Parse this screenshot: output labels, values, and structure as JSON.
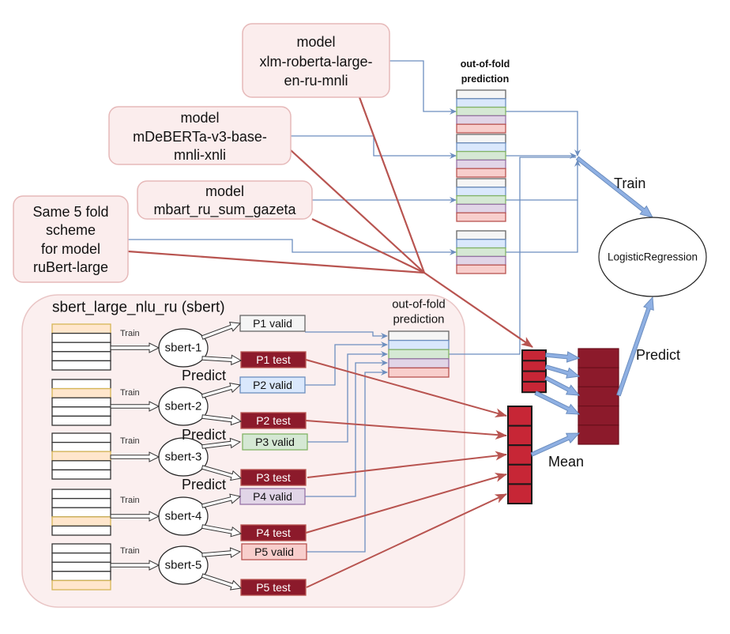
{
  "diagram": {
    "models": [
      {
        "id": "xlm-roberta",
        "lines": [
          "model",
          "xlm-roberta-large-",
          "en-ru-mnli"
        ]
      },
      {
        "id": "mdeberta",
        "lines": [
          "model",
          "mDeBERTa-v3-base-",
          "mnli-xnli"
        ]
      },
      {
        "id": "mbart",
        "lines": [
          "model",
          "mbart_ru_sum_gazeta"
        ]
      },
      {
        "id": "rubert",
        "lines": [
          "Same 5 fold",
          "scheme",
          "for model",
          "ruBert-large"
        ]
      }
    ],
    "top_oof_label": [
      "out-of-fold",
      "prediction"
    ],
    "sbert": {
      "title": "sbert_large_nlu_ru (sbert)",
      "oof_label": [
        "out-of-fold",
        "prediction"
      ],
      "predict_labels": [
        "Predict",
        "Predict",
        "Predict"
      ],
      "folds": [
        {
          "train": "Train",
          "model": "sbert-1",
          "valid": "P1 valid",
          "test": "P1 test",
          "holdout_row": 1,
          "valid_color": "gray"
        },
        {
          "train": "Train",
          "model": "sbert-2",
          "valid": "P2 valid",
          "test": "P2 test",
          "holdout_row": 2,
          "valid_color": "blue"
        },
        {
          "train": "Train",
          "model": "sbert-3",
          "valid": "P3 valid",
          "test": "P3 test",
          "holdout_row": 3,
          "valid_color": "green"
        },
        {
          "train": "Train",
          "model": "sbert-4",
          "valid": "P4 valid",
          "test": "P4 test",
          "holdout_row": 4,
          "valid_color": "purple"
        },
        {
          "train": "Train",
          "model": "sbert-5",
          "valid": "P5 valid",
          "test": "P5 test",
          "holdout_row": 5,
          "valid_color": "red"
        }
      ]
    },
    "labels": {
      "train": "Train",
      "predict": "Predict",
      "mean": "Mean",
      "meta_model": "LogisticRegression"
    }
  },
  "colors": {
    "fold_palette": {
      "gray": {
        "fill": "#f5f5f5",
        "stroke": "#666666"
      },
      "blue": {
        "fill": "#dae8fc",
        "stroke": "#6c8ebf"
      },
      "green": {
        "fill": "#d5e8d4",
        "stroke": "#82b366"
      },
      "purple": {
        "fill": "#e1d5e7",
        "stroke": "#9673a6"
      },
      "red": {
        "fill": "#f8cecc",
        "stroke": "#b85450"
      }
    },
    "oof_row_order": [
      "gray",
      "blue",
      "green",
      "purple",
      "red"
    ],
    "model_box_fill": "#fbeded",
    "model_box_stroke": "#e6b9b9",
    "container_fill": "#fbefef",
    "container_stroke": "#e9c5c5",
    "blue_line": "#6c8ebf",
    "red_line": "#b85450",
    "test_fill": "#8c1a2b",
    "test_stroke": "#b85450",
    "holdout_fill": "#ffe6cc",
    "holdout_stroke": "#d6b656",
    "small_stack_fill": "#c72636",
    "big_stack_fill": "#8c1a2b",
    "fat_arrow_fill": "#8fb0e3",
    "fat_arrow_stroke": "#6c8ebf"
  }
}
